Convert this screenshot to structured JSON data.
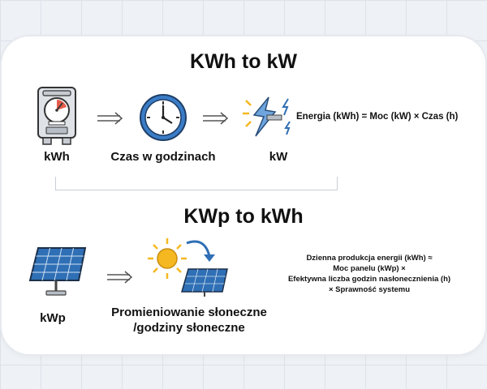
{
  "top": {
    "title": "KWh to kW",
    "meter_label": "kWh",
    "clock_label": "Czas w godzinach",
    "power_label": "kW",
    "formula": "Energia (kWh) = Moc (kW) × Czas (h)"
  },
  "bottom": {
    "title": "KWp to kWh",
    "panel_label": "kWp",
    "irradiation_label_line1": "Promieniowanie słoneczne",
    "irradiation_label_line2": "/godziny słoneczne",
    "formula_lines": [
      "Dzienna produkcja energii (kWh) ≈",
      "Moc panelu (kWp) ×",
      "Efektywna liczba godzin nasłonecznienia (h)",
      "× Sprawność systemu"
    ]
  },
  "colors": {
    "accent_blue": "#2f6fb5",
    "sun_yellow": "#f5b820",
    "meter_red": "#e0402e"
  }
}
